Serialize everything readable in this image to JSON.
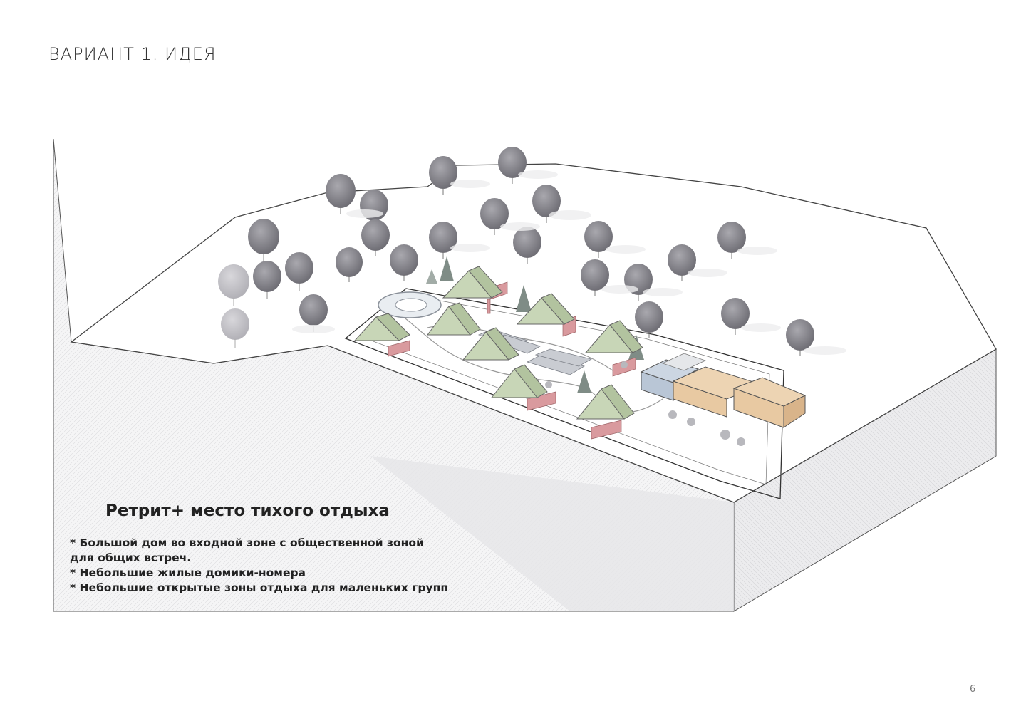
{
  "page": {
    "title": "ВАРИАНТ 1. ИДЕЯ",
    "number": "6"
  },
  "caption": {
    "title": "Ретрит+ место тихого отдыха",
    "notes": [
      "* Большой дом во входной зоне с общественной зоной",
      "для общих встреч.",
      "* Небольшие жилые домики-номера",
      "* Небольшие открытые зоны отдыха для маленьких групп"
    ]
  },
  "colors": {
    "cabin_roof": "#c8d6b7",
    "cabin_shade": "#b2c39f",
    "main_house": "#e8c9a2",
    "main_house_side": "#d9b48a",
    "annex": "#b9c6d6",
    "fence": "#d99a9e",
    "tree": "#8e8d94",
    "tree_light": "#bdbcc1",
    "pine": "#7f8c86",
    "solar_panel": "#c9ccd2",
    "terrain": "#ffffff",
    "terrain_side": "#f3f3f4",
    "outline": "#444444"
  },
  "icons": [
    "deciduous-tree-icon",
    "pine-tree-icon",
    "cabin-icon",
    "solar-panel-icon"
  ]
}
